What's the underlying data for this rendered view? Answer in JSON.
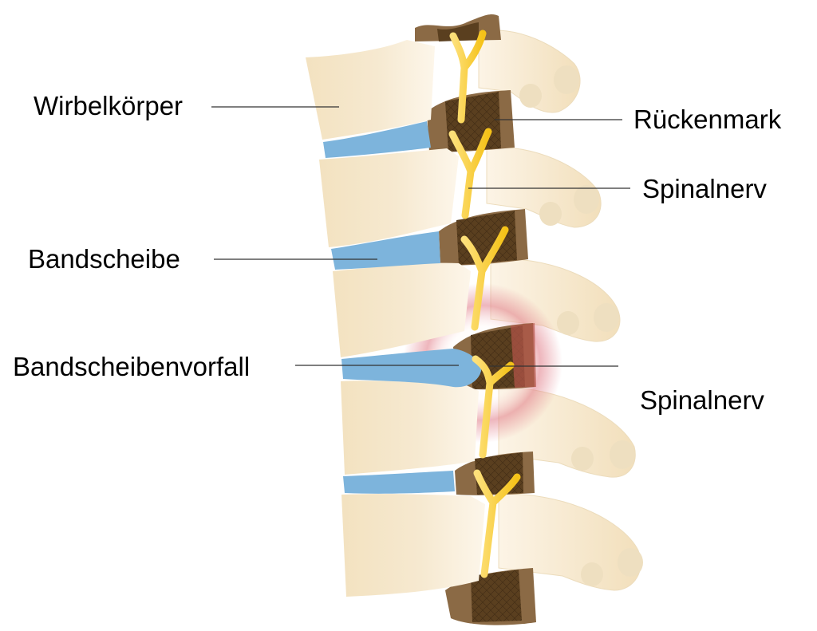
{
  "diagram": {
    "type": "anatomical illustration",
    "subject": "Lendenwirbelsäule mit Bandscheibenvorfall",
    "labels": {
      "vertebral_body": "Wirbelkörper",
      "spinal_cord": "Rückenmark",
      "spinal_nerve_top": "Spinalnerv",
      "disc": "Bandscheibe",
      "herniation": "Bandscheibenvorfall",
      "spinal_nerve_bottom": "Spinalnerv"
    },
    "colors": {
      "bone": "#f3e2c0",
      "bone_light": "#fcf4e6",
      "process": "#f5e6c8",
      "disc": "#7db4dc",
      "canal_outer": "#8b6a45",
      "canal_inner": "#5a3f1f",
      "nerve": "#f7c824",
      "nerve_light": "#fde07a",
      "inflammation": "#e07a86",
      "leader_line": "#333333"
    }
  }
}
